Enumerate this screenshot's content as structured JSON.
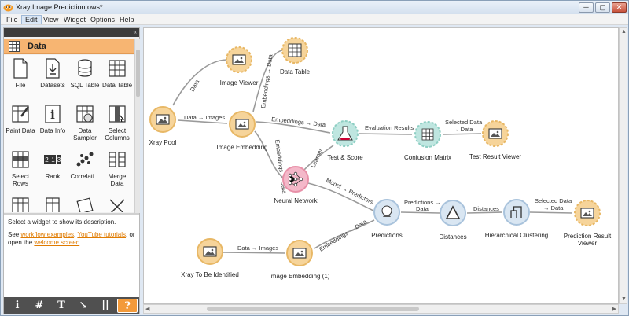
{
  "window": {
    "title": "Xray Image Prediction.ows*",
    "controls": [
      "─",
      "▢",
      "✕"
    ]
  },
  "menu": [
    "File",
    "Edit",
    "View",
    "Widget",
    "Options",
    "Help"
  ],
  "active_menu": "Edit",
  "toolbox": {
    "category": "Data",
    "widgets": [
      "File",
      "Datasets",
      "SQL Table",
      "Data Table",
      "Paint Data",
      "Data Info",
      "Data\nSampler",
      "Select\nColumns",
      "Select\nRows",
      "Rank",
      "Correlati...",
      "Merge\nData"
    ]
  },
  "description": {
    "line1": "Select a widget to show its description.",
    "see": "See ",
    "link1": "workflow examples",
    "sep1": ", ",
    "link2": "YouTube tutorials",
    "sep2": ", or open the ",
    "link3": "welcome screen",
    "end": "."
  },
  "toolbar_buttons": [
    "i",
    "#",
    "T",
    "↘",
    "||",
    "?"
  ],
  "nodes": {
    "xray_pool": "Xray Pool",
    "image_viewer": "Image Viewer",
    "data_table": "Data Table",
    "image_embedding": "Image Embedding",
    "test_score": "Test & Score",
    "confusion_matrix": "Confusion Matrix",
    "test_result_viewer": "Test Result Viewer",
    "neural_network": "Neural Network",
    "predictions": "Predictions",
    "distances": "Distances",
    "hierarchical_clustering": "Hierarchical Clustering",
    "prediction_result_viewer_1": "Prediction Result",
    "prediction_result_viewer_2": "Viewer",
    "xray_to_be_identified": "Xray To Be Identified",
    "image_embedding_1": "Image Embedding (1)"
  },
  "links": {
    "data": "Data",
    "embeddings_data": "Embeddings → Data",
    "data_images": "Data → Images",
    "embeddings_data_2": "Embeddings → Data",
    "embeddings_data_v": "Embeddings → Data",
    "learner": "Learner",
    "evaluation_results": "Evaluation Results",
    "selected_data_1": "Selected Data",
    "to_data_1": "→ Data",
    "model_predictors": "Model → Predictors",
    "predictions_data_1": "Predictions →",
    "predictions_data_2": "Data",
    "distances": "Distances",
    "selected_data_2": "Selected Data",
    "to_data_2": "→ Data",
    "data_images_2": "Data → Images",
    "embeddings_data_3": "Embeddings → Data"
  },
  "colors": {
    "data_node": "#f6d49a",
    "data_ring": "#e8b866",
    "model_node": "#f4b8c9",
    "model_ring": "#e890a8",
    "eval_node": "#bfe6e0",
    "eval_ring": "#8fcfc4",
    "unsup_node": "#d9e6f2",
    "unsup_ring": "#a9c3dc",
    "category": "#f7b572"
  }
}
